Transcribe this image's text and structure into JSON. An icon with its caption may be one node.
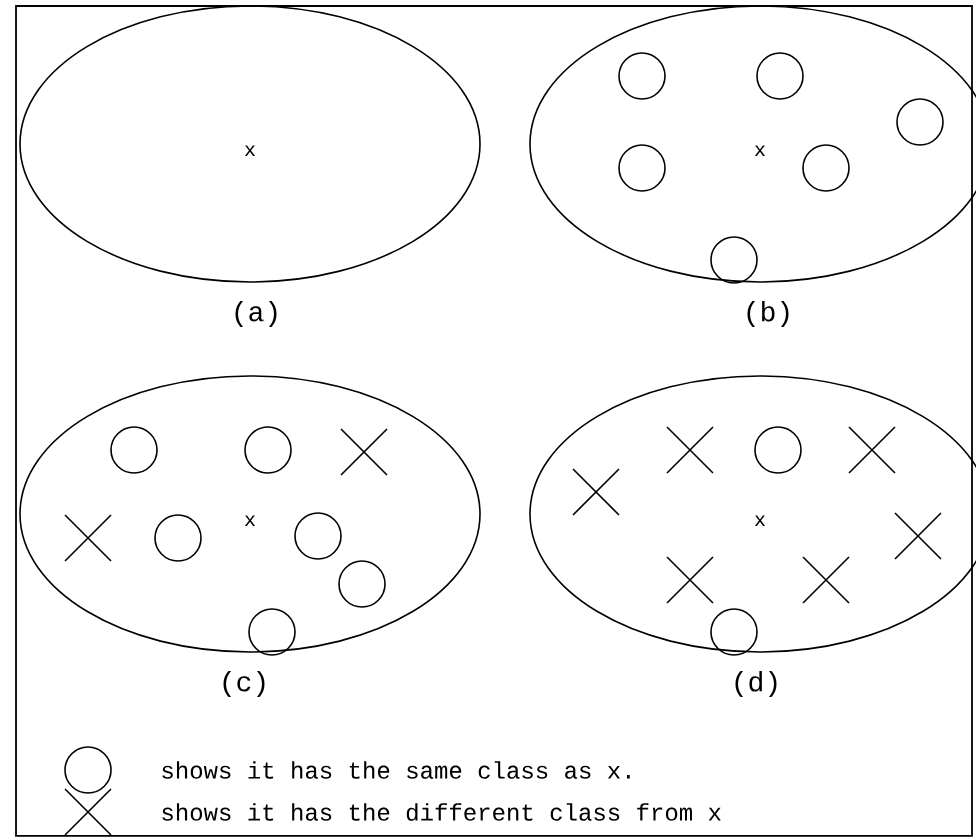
{
  "diagram": {
    "nodes": [
      {
        "text": [
          "x"
        ],
        "beside": [
          "(a)"
        ]
      },
      {
        "text": [
          "x"
        ],
        "beside": [
          "(b)"
        ]
      },
      {
        "text": [
          "x"
        ],
        "beside": [
          "(c)"
        ]
      },
      {
        "text": [
          "x"
        ],
        "beside": [
          "(d)"
        ]
      }
    ],
    "legend": [
      {
        "text": "shows it has the same class as x."
      },
      {
        "text": "shows it has the different class from x"
      }
    ]
  }
}
